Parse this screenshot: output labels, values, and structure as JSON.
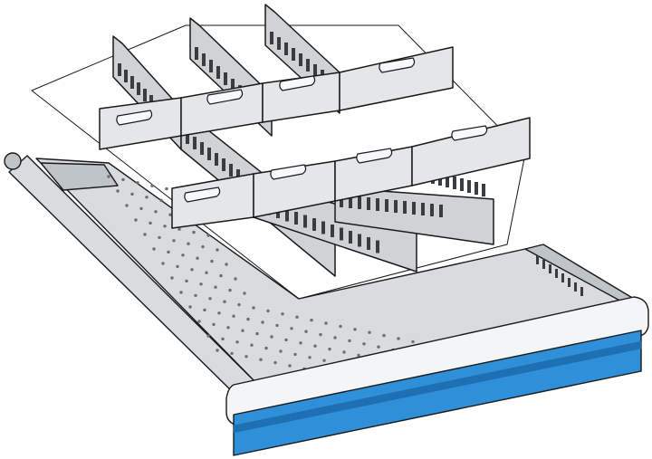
{
  "illustration": {
    "subject": "drawer-divider-kit",
    "colors": {
      "outline": "#1a1a1a",
      "panel_fill": "#e4e6e8",
      "panel_shade": "#cfd3d6",
      "mat_fill": "#ffffff",
      "drawer_fill": "#d9dcdf",
      "drawer_shade": "#bfc4c8",
      "front_blue": "#2f8fd8",
      "front_blue_dark": "#1f6fb3",
      "perforation": "#6a6f73",
      "slot": "#3a3d40"
    },
    "perforation_rows": 13,
    "perforation_cols": 28
  }
}
